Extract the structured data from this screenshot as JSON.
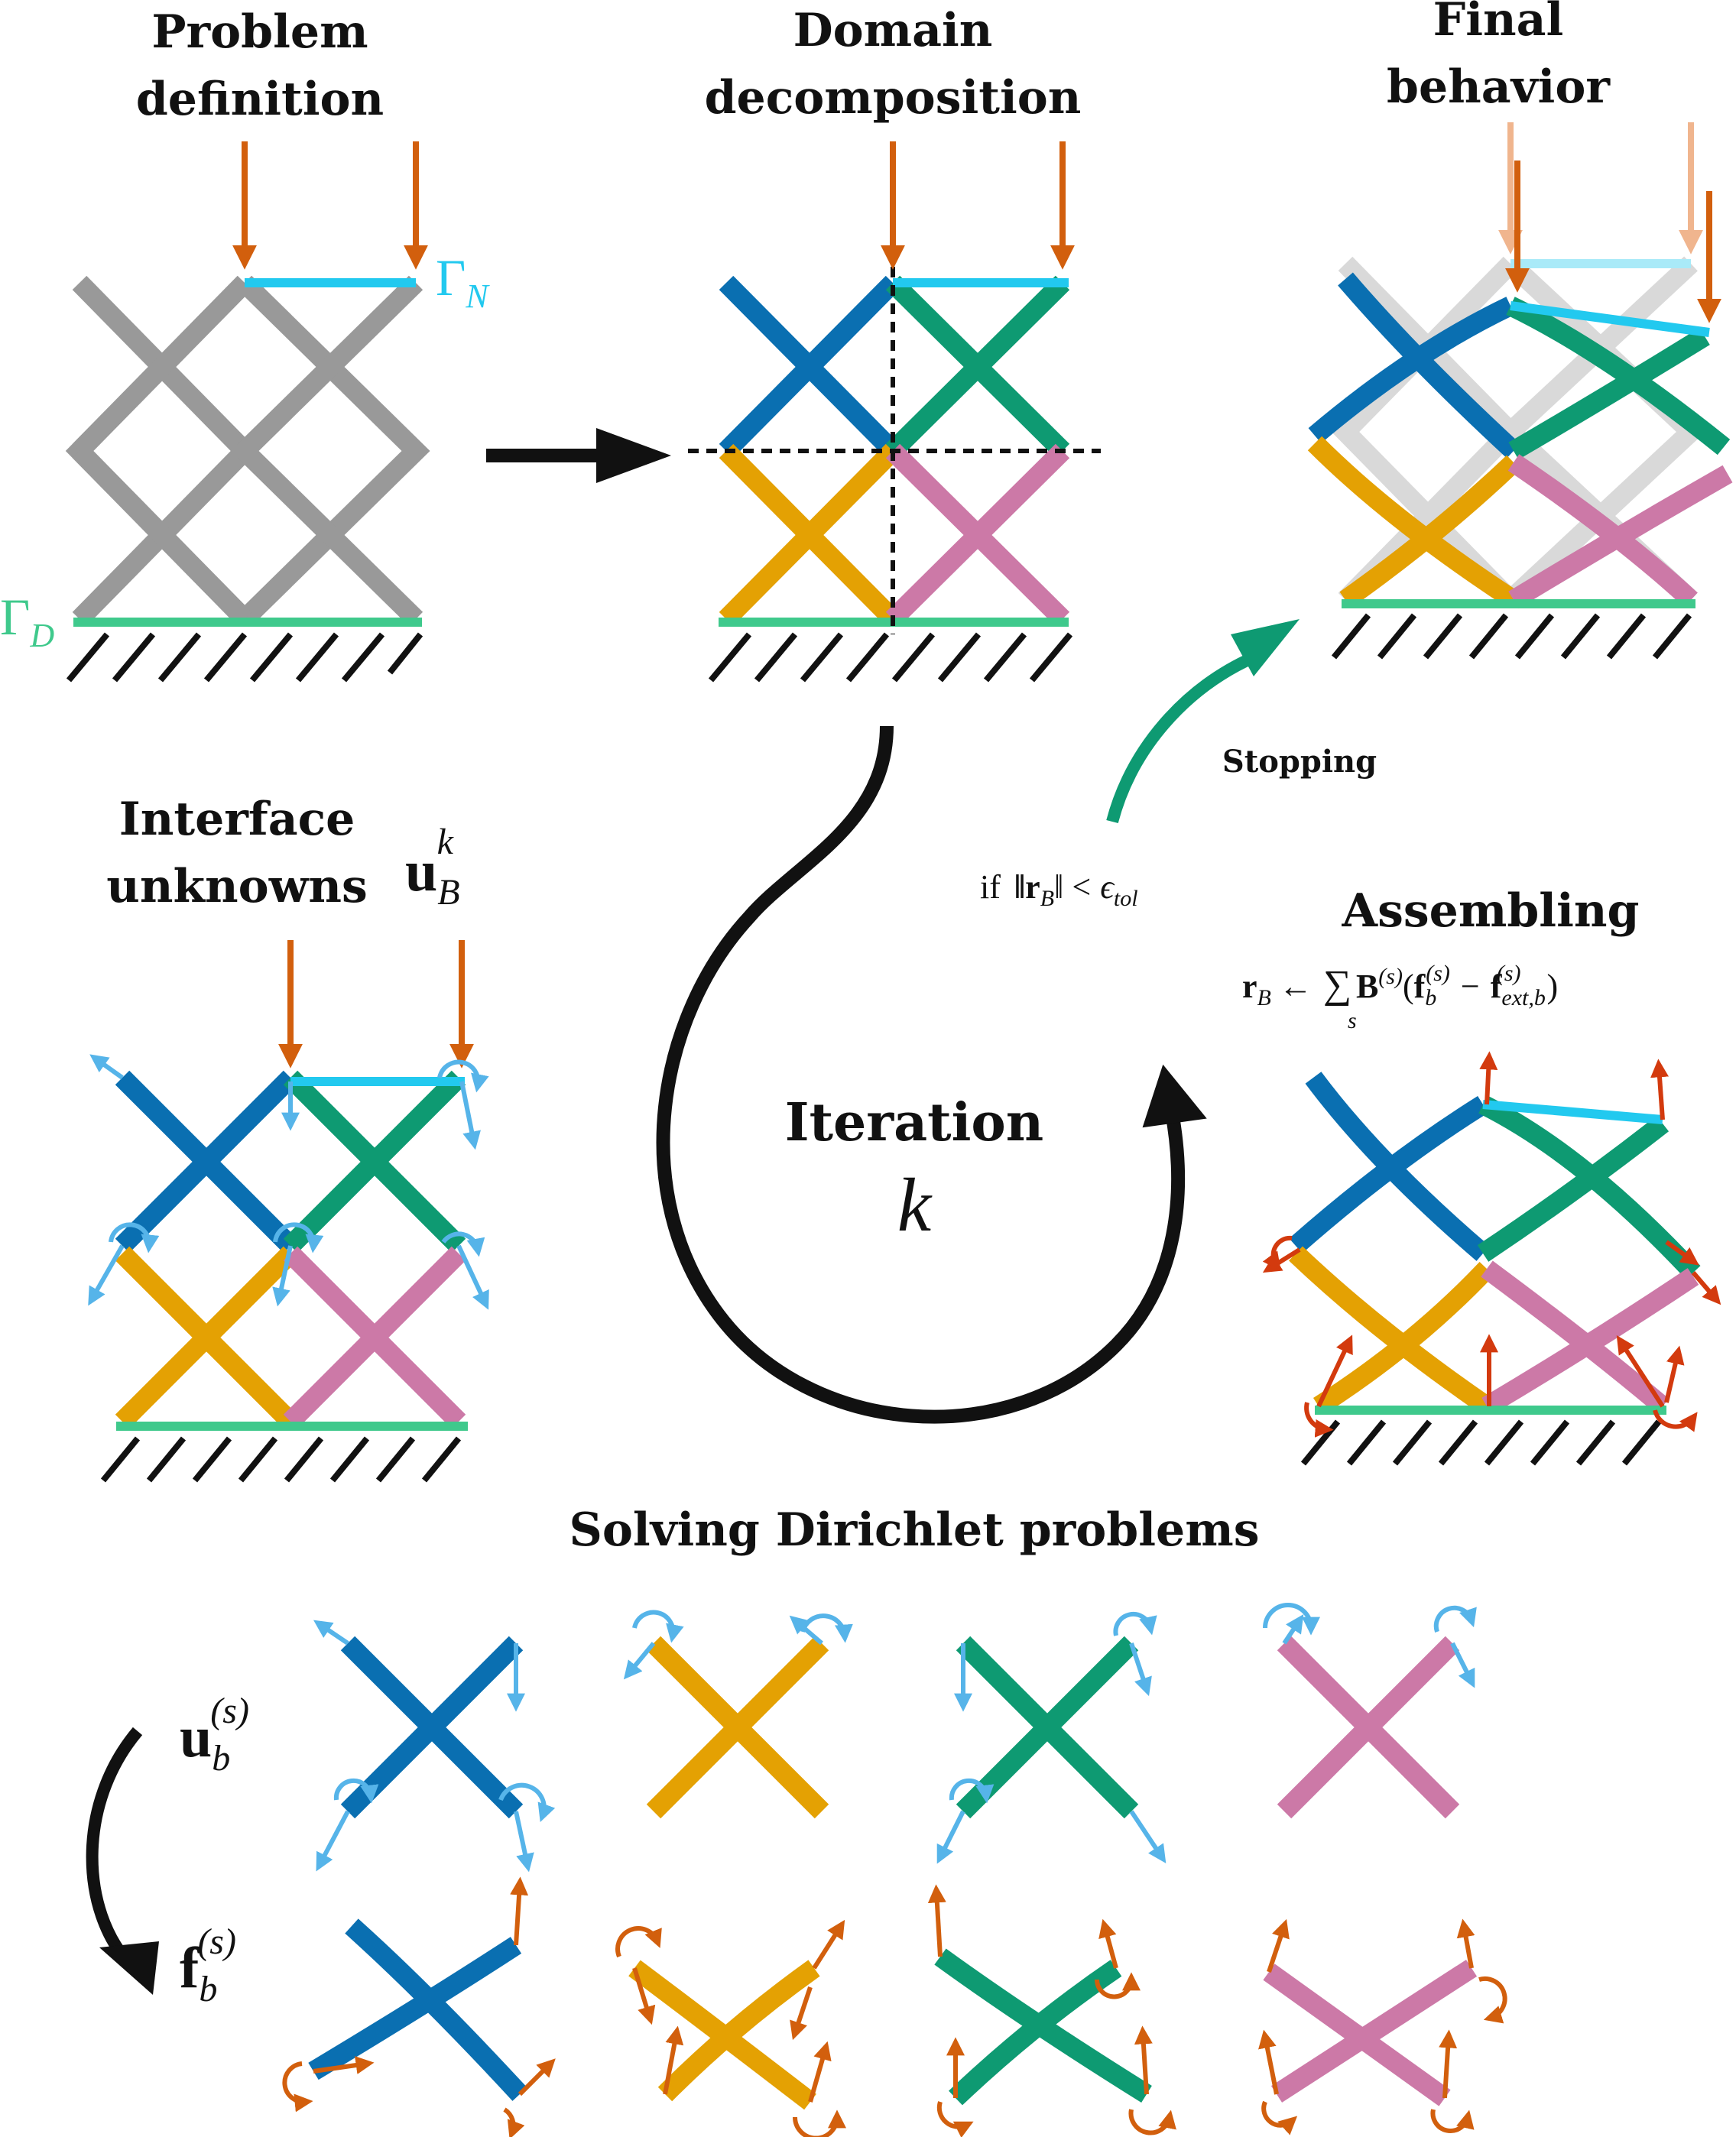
{
  "titles": {
    "problem_line1": "Problem",
    "problem_line2": "definition",
    "domain_line1": "Domain",
    "domain_line2": "decomposition",
    "final_line1": "Final",
    "final_line2": "behavior",
    "interface_line1": "Interface",
    "interface_line2": "unknowns",
    "assembling": "Assembling",
    "iteration": "Iteration",
    "solving": "Solving Dirichlet problems",
    "stopping": "Stopping"
  },
  "math": {
    "gamma": "Γ",
    "neumann_sub": "N",
    "dirichlet_sub": "D",
    "u": "u",
    "f": "f",
    "B": "B",
    "sub_B": "B",
    "sub_b": "b",
    "sup_k": "k",
    "sup_s": "(s)",
    "iter_k": "k",
    "if_word": "if",
    "norm_r": "‖r",
    "norm_close": "‖ <",
    "epsilon": "ϵ",
    "tol": "tol",
    "r": "r",
    "arrow_left": "←",
    "sum": "∑",
    "sum_index": "s",
    "paren_open": "(",
    "minus": "−",
    "ext_b": "ext,b",
    "paren_close": ")"
  },
  "colors": {
    "blue": "#0a6fb1",
    "green": "#0e9a72",
    "orange": "#e4a103",
    "pink": "#cc79a7",
    "gray": "#999999",
    "light_gray": "#d9d9d9",
    "neumann": "#22c9ef",
    "dirichlet": "#3fc98c",
    "load": "#d25f0d",
    "light_blue": "#56b4e9",
    "red": "#d33a0e",
    "black": "#111111"
  },
  "icons": [
    "arrow-right-icon",
    "cycle-arrow-icon",
    "curved-green-arrow-icon",
    "curved-black-arrow-icon",
    "ground-hatch-icon"
  ]
}
